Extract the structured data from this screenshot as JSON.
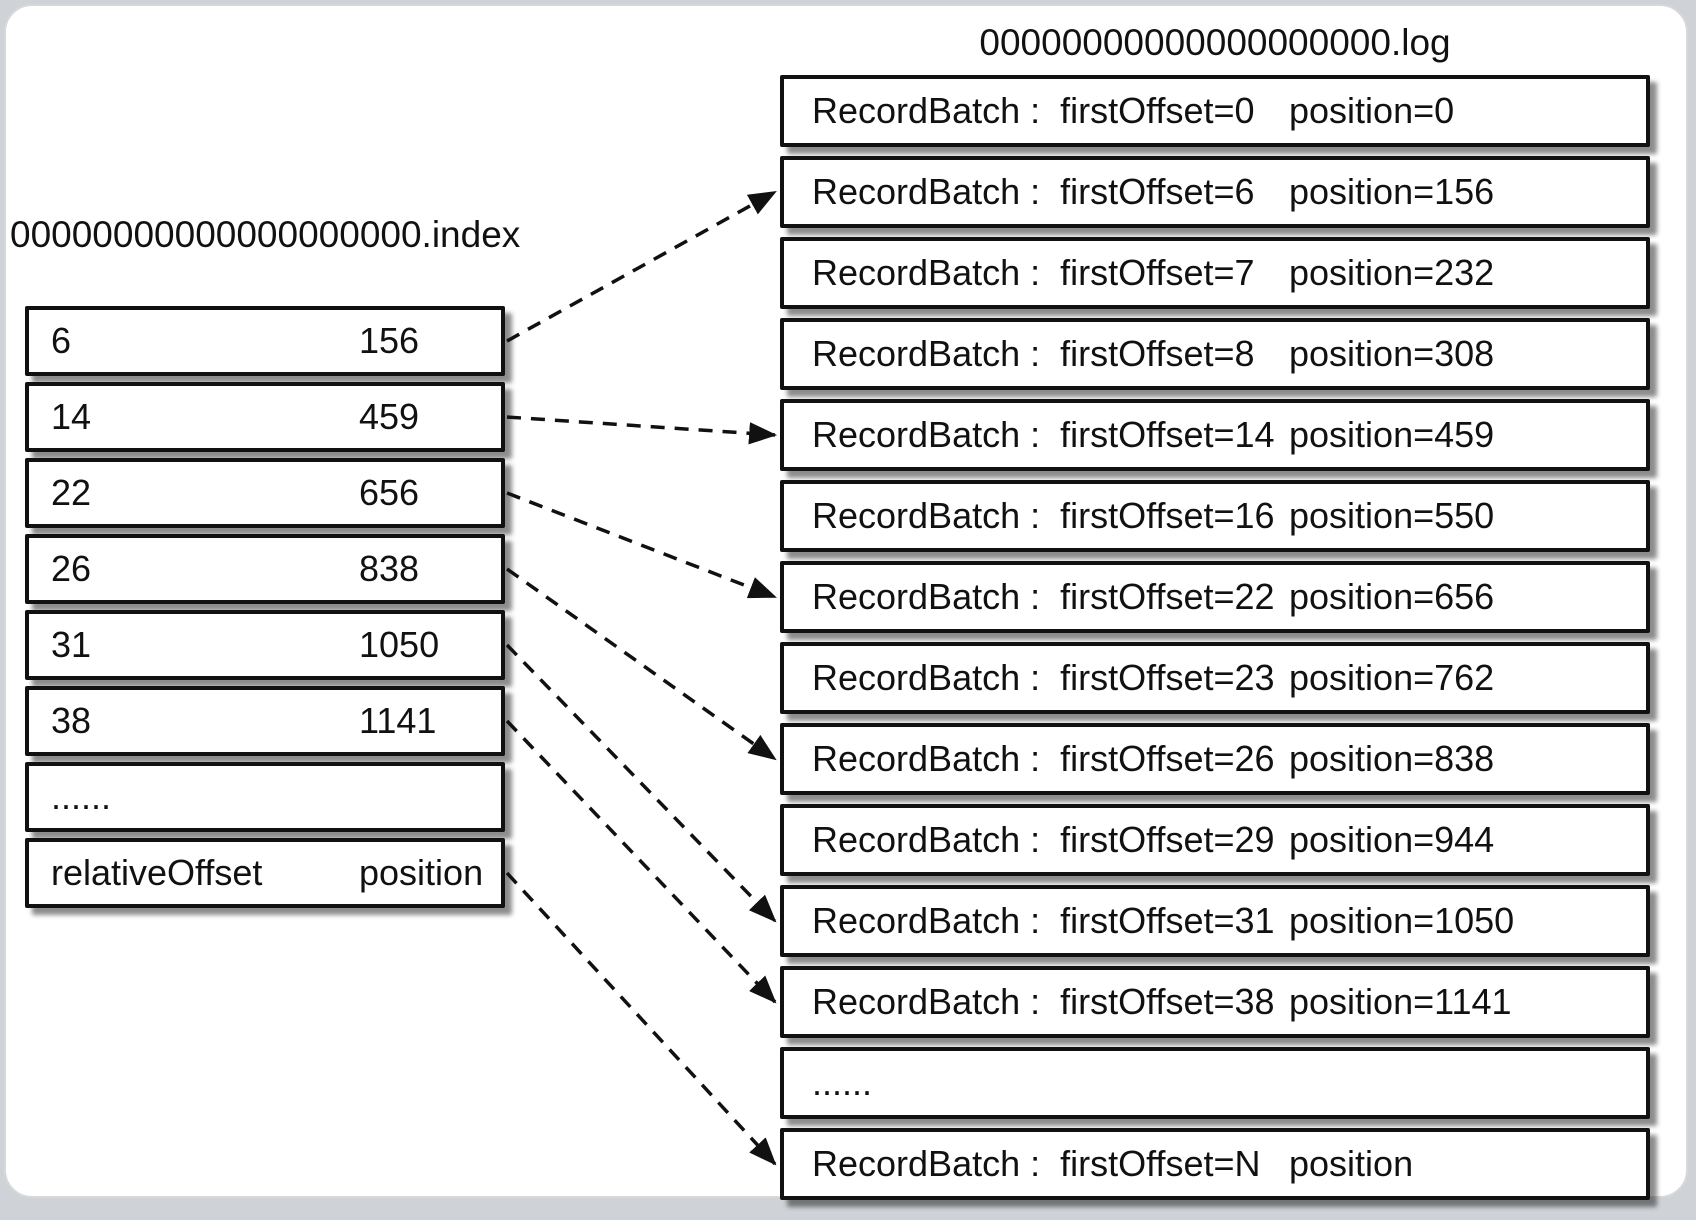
{
  "index_file": {
    "title": "00000000000000000000.index",
    "columns": [
      "relativeOffset",
      "position"
    ],
    "rows": [
      {
        "col1": "6",
        "col2": "156"
      },
      {
        "col1": "14",
        "col2": "459"
      },
      {
        "col1": "22",
        "col2": "656"
      },
      {
        "col1": "26",
        "col2": "838"
      },
      {
        "col1": "31",
        "col2": "1050"
      },
      {
        "col1": "38",
        "col2": "1141"
      },
      {
        "col1": "......",
        "col2": ""
      },
      {
        "col1": "relativeOffset",
        "col2": "position"
      }
    ]
  },
  "log_file": {
    "title": "00000000000000000000.log",
    "rows": [
      {
        "left": "RecordBatch :  firstOffset=0",
        "right": "position=0"
      },
      {
        "left": "RecordBatch :  firstOffset=6",
        "right": "position=156"
      },
      {
        "left": "RecordBatch :  firstOffset=7",
        "right": "position=232"
      },
      {
        "left": "RecordBatch :  firstOffset=8",
        "right": "position=308"
      },
      {
        "left": "RecordBatch :  firstOffset=14",
        "right": "position=459"
      },
      {
        "left": "RecordBatch :  firstOffset=16",
        "right": "position=550"
      },
      {
        "left": "RecordBatch :  firstOffset=22",
        "right": "position=656"
      },
      {
        "left": "RecordBatch :  firstOffset=23",
        "right": "position=762"
      },
      {
        "left": "RecordBatch :  firstOffset=26",
        "right": "position=838"
      },
      {
        "left": "RecordBatch :  firstOffset=29",
        "right": "position=944"
      },
      {
        "left": "RecordBatch :  firstOffset=31",
        "right": "position=1050"
      },
      {
        "left": "RecordBatch :  firstOffset=38",
        "right": "position=1141"
      },
      {
        "left": "......",
        "right": ""
      },
      {
        "left": "RecordBatch :  firstOffset=N",
        "right": "position"
      }
    ]
  },
  "arrows": [
    {
      "from_index_row": 0,
      "to_log_row": 1
    },
    {
      "from_index_row": 1,
      "to_log_row": 4
    },
    {
      "from_index_row": 2,
      "to_log_row": 6
    },
    {
      "from_index_row": 3,
      "to_log_row": 8
    },
    {
      "from_index_row": 4,
      "to_log_row": 10
    },
    {
      "from_index_row": 5,
      "to_log_row": 11
    },
    {
      "from_index_row": 7,
      "to_log_row": 13
    }
  ],
  "colors": {
    "box_border": "#111111",
    "box_background": "#ffffff",
    "text": "#111111",
    "box_shadow": "rgba(0,0,0,0.45)",
    "card_background": "#ffffff",
    "card_border": "#d8d8d8",
    "page_background": "#cfd3d7",
    "arrow": "#111111"
  }
}
